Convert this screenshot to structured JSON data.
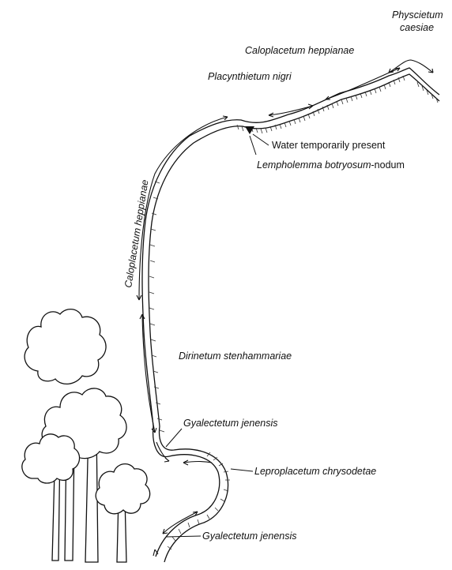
{
  "diagram": {
    "labels": {
      "physcietum_1": "Physcietum",
      "physcietum_2": "caesiae",
      "caloplacetum_top": "Caloplacetum heppianae",
      "placynthietum": "Placynthietum nigri",
      "water": "Water temporarily present",
      "lempholemma_italic": "Lempholemma botryosum",
      "lempholemma_suffix": "-nodum",
      "caloplacetum_side": "Caloplacetum heppianae",
      "dirinetum": "Dirinetum stenhammariae",
      "gyalectetum_upper": "Gyalectetum jenensis",
      "leproplacetum": "Leproplacetum chrysodetae",
      "gyalectetum_lower": "Gyalectetum jenensis"
    }
  }
}
